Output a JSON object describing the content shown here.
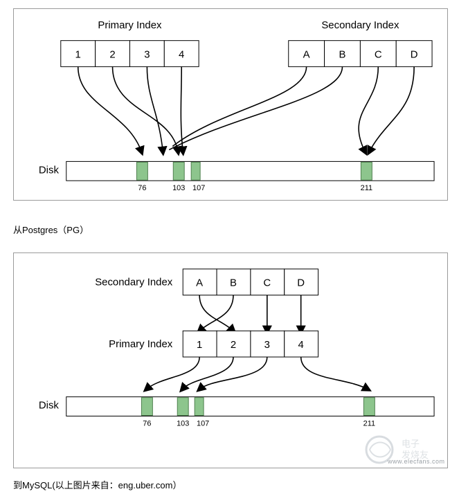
{
  "diagram_pg": {
    "primary_index_label": "Primary Index",
    "secondary_index_label": "Secondary Index",
    "disk_label": "Disk",
    "primary_cells": [
      "1",
      "2",
      "3",
      "4"
    ],
    "secondary_cells": [
      "A",
      "B",
      "C",
      "D"
    ],
    "disk_offsets": [
      "76",
      "103",
      "107",
      "211"
    ]
  },
  "diagram_mysql": {
    "primary_index_label": "Primary Index",
    "secondary_index_label": "Secondary Index",
    "disk_label": "Disk",
    "primary_cells": [
      "1",
      "2",
      "3",
      "4"
    ],
    "secondary_cells": [
      "A",
      "B",
      "C",
      "D"
    ],
    "disk_offsets": [
      "76",
      "103",
      "107",
      "211"
    ]
  },
  "captions": {
    "pg": "从Postgres（PG）",
    "mysql": "到MySQL(以上图片来自：eng.uber.com）"
  },
  "watermark": {
    "text": "www.elecfans.com"
  },
  "colors": {
    "block_fill": "#8dc58d",
    "block_stroke": "#4f7f4f",
    "panel_border": "#9a9a9a",
    "line": "#000000"
  }
}
